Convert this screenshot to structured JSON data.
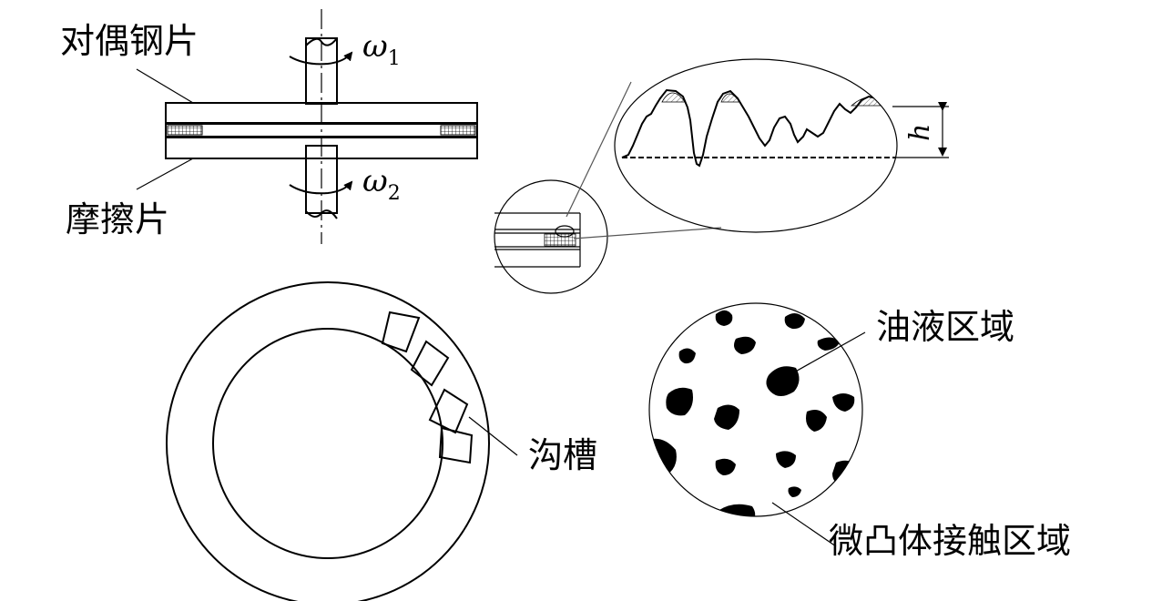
{
  "labels": {
    "steel_plate": "对偶钢片",
    "friction_plate": "摩擦片",
    "groove": "沟槽",
    "oil_region": "油液区域",
    "asperity_contact": "微凸体接触区域"
  },
  "symbols": {
    "omega": "ω",
    "omega1_sub": "1",
    "omega2_sub": "2",
    "film_thickness": "h"
  },
  "colors": {
    "ink": "#000000",
    "background": "#ffffff"
  }
}
